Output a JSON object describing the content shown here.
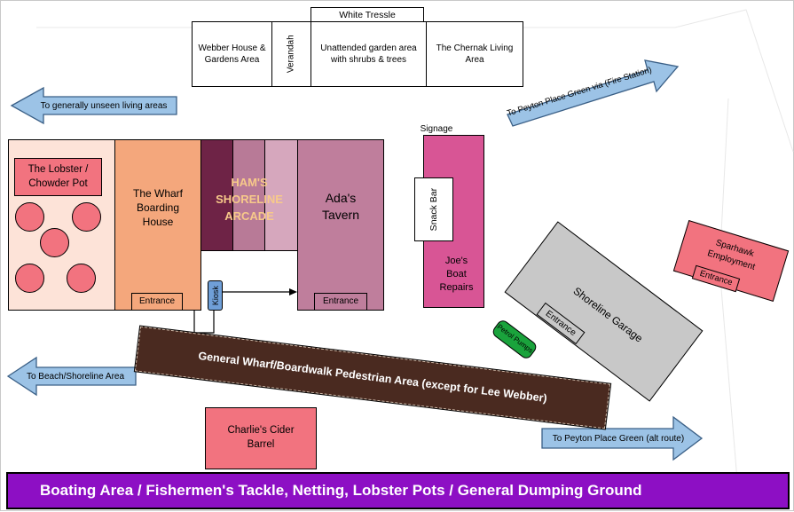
{
  "top_row": {
    "white_tressle": "White Tressle",
    "webber_house": "Webber House & Gardens Area",
    "verandah": "Verandah",
    "garden_area": "Unattended garden area with shrubs & trees",
    "chernak_living": "The Chernak Living Area"
  },
  "arrows": {
    "unseen_living": "To generally unseen living areas",
    "peyton_fire": "To Peyton Place Green via (Fire Station)",
    "beach_shoreline": "To Beach/Shoreline Area",
    "peyton_alt": "To Peyton Place Green (alt route)"
  },
  "buildings": {
    "lobster": "The Lobster / Chowder Pot",
    "wharf_house": "The Wharf Boarding House",
    "wharf_entrance": "Entrance",
    "arcade": "HAM'S SHORELINE ARCADE",
    "kiosk": "Kiosk",
    "tavern": "Ada's Tavern",
    "tavern_entrance": "Entrance",
    "signage": "Signage",
    "snack_bar": "Snack Bar",
    "boat_repairs": "Joe's Boat Repairs",
    "garage": "Shoreline Garage",
    "garage_entrance": "Entrance",
    "petrol_pumps": "Petrol Pumps",
    "sparhawk": "Sparhawk Employment",
    "sparhawk_entrance": "Entrance",
    "cider_barrel": "Charlie's Cider Barrel"
  },
  "boardwalk": "General Wharf/Boardwalk Pedestrian Area (except for Lee Webber)",
  "bottom_banner": "Boating Area / Fishermen's Tackle, Netting, Lobster Pots / General Dumping Ground",
  "colors": {
    "light_peach": "#fde3d8",
    "salmon": "#f4a77c",
    "pink": "#f2737f",
    "dark_maroon": "#6e2346",
    "mauve": "#b87a97",
    "light_mauve": "#d6a7bd",
    "tavern": "#bf7e9c",
    "magenta": "#d85595",
    "grey": "#c8c8c8",
    "green": "#1aa33c",
    "boardwalk": "#4a2a20",
    "arrow_blue": "#9cc3e6",
    "banner_purple": "#8d0fc4",
    "arcade_text": "#f7c98a",
    "kiosk_blue": "#6f9fd8"
  }
}
